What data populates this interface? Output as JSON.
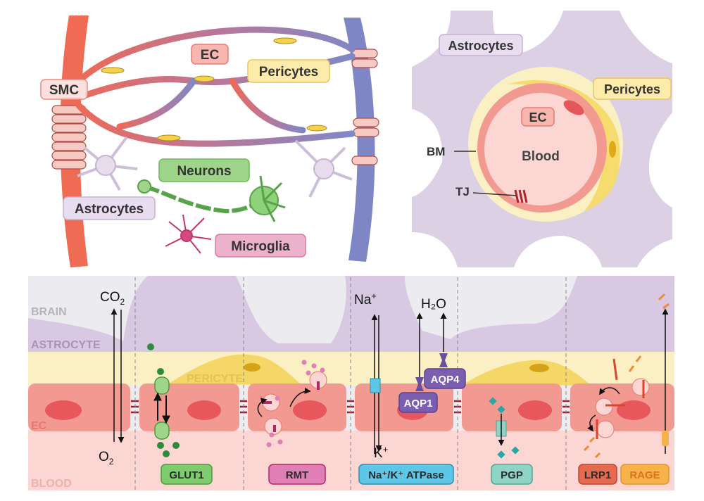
{
  "neurovascular_panel": {
    "smc": "SMC",
    "ec": "EC",
    "pericytes": "Pericytes",
    "neurons": "Neurons",
    "astrocytes": "Astrocytes",
    "microglia": "Microglia"
  },
  "cross_section_panel": {
    "astrocytes": "Astrocytes",
    "pericytes": "Pericytes",
    "ec": "EC",
    "blood": "Blood",
    "bm": "BM",
    "tj": "TJ"
  },
  "transport_panel": {
    "layers": {
      "brain": "BRAIN",
      "astrocyte": "ASTROCYTE",
      "pericyte": "PERICYTE",
      "ec": "EC",
      "blood": "BLOOD"
    },
    "gas": {
      "co2": "CO",
      "co2_sub": "2",
      "o2": "O",
      "o2_sub": "2"
    },
    "ions": {
      "na": "Na",
      "k": "K",
      "plus": "+"
    },
    "water": {
      "h2o": "H₂O"
    },
    "channels": {
      "aqp1": "AQP1",
      "aqp4": "AQP4"
    },
    "transporters": [
      {
        "id": "glut1",
        "label": "GLUT1",
        "color": "#7fcc6f"
      },
      {
        "id": "rmt",
        "label": "RMT",
        "color": "#e07fb5"
      },
      {
        "id": "atpase",
        "label": "Na⁺/K⁺ ATPase",
        "color": "#5ec6e6"
      },
      {
        "id": "pgp",
        "label": "PGP",
        "color": "#8fd3c4"
      },
      {
        "id": "lrp1",
        "label": "LRP1",
        "color": "#e66a4f"
      },
      {
        "id": "rage",
        "label": "RAGE",
        "color": "#f7b24a"
      }
    ]
  },
  "colors": {
    "artery": "#ef6b54",
    "vein": "#7e86c6",
    "astrocyte": "#d9c8e2",
    "pericyte": "#fbe9a0",
    "endothelium": "#f4a4a0",
    "blood_bg": "#fbd6d2",
    "brain_bg": "#ececf0"
  }
}
